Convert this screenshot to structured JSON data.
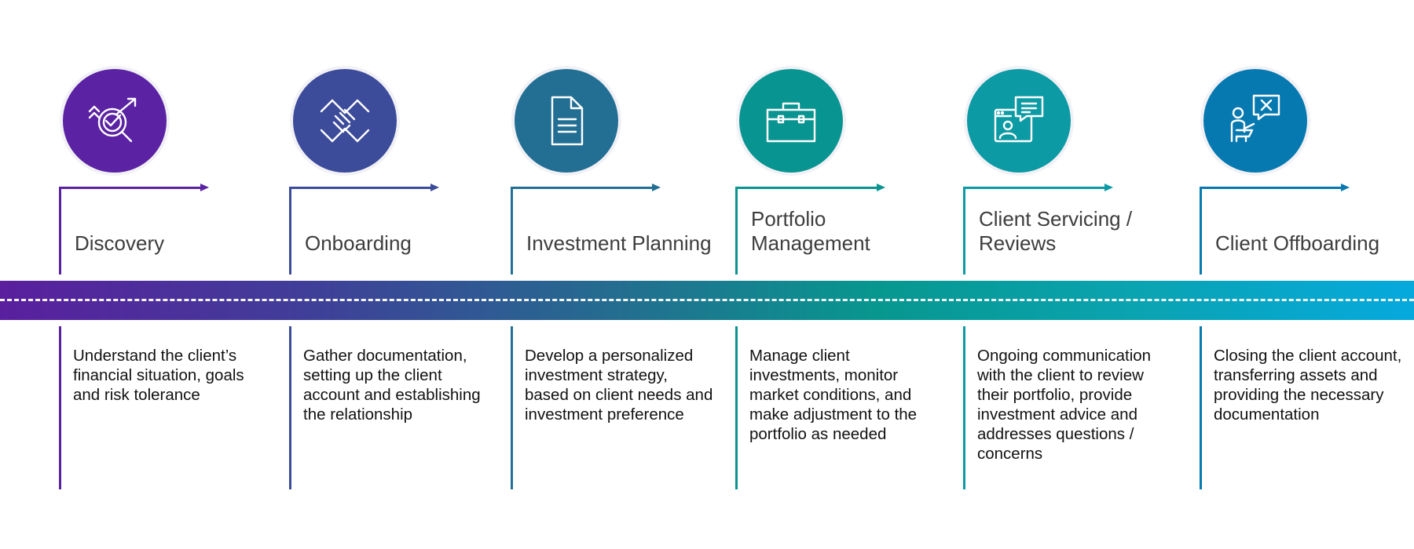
{
  "colors": {
    "discovery": "#5b22a3",
    "onboarding": "#3c4b9a",
    "investment_planning": "#236f94",
    "portfolio_management": "#089490",
    "client_servicing": "#0c9aa4",
    "client_offboarding": "#0679b0"
  },
  "stages": [
    {
      "title": "Discovery",
      "icon": "target-check-icon",
      "description": "Understand the client’s financial situation, goals and risk tolerance"
    },
    {
      "title": "Onboarding",
      "icon": "handshake-icon",
      "description": "Gather documentation, setting up the client account and establishing the relationship"
    },
    {
      "title": "Investment Planning",
      "icon": "document-icon",
      "description": "Develop a personalized investment strategy, based on client needs and investment preference"
    },
    {
      "title": "Portfolio Management",
      "icon": "briefcase-icon",
      "description": "Manage client investments, monitor market conditions, and make adjustment to the portfolio as needed"
    },
    {
      "title": "Client Servicing / Reviews",
      "icon": "video-chat-icon",
      "description": "Ongoing communication with the client to review their portfolio, provide investment advice and addresses questions / concerns"
    },
    {
      "title": "Client Offboarding",
      "icon": "person-exit-icon",
      "description": "Closing the client account, transferring assets and providing the necessary documentation"
    }
  ]
}
